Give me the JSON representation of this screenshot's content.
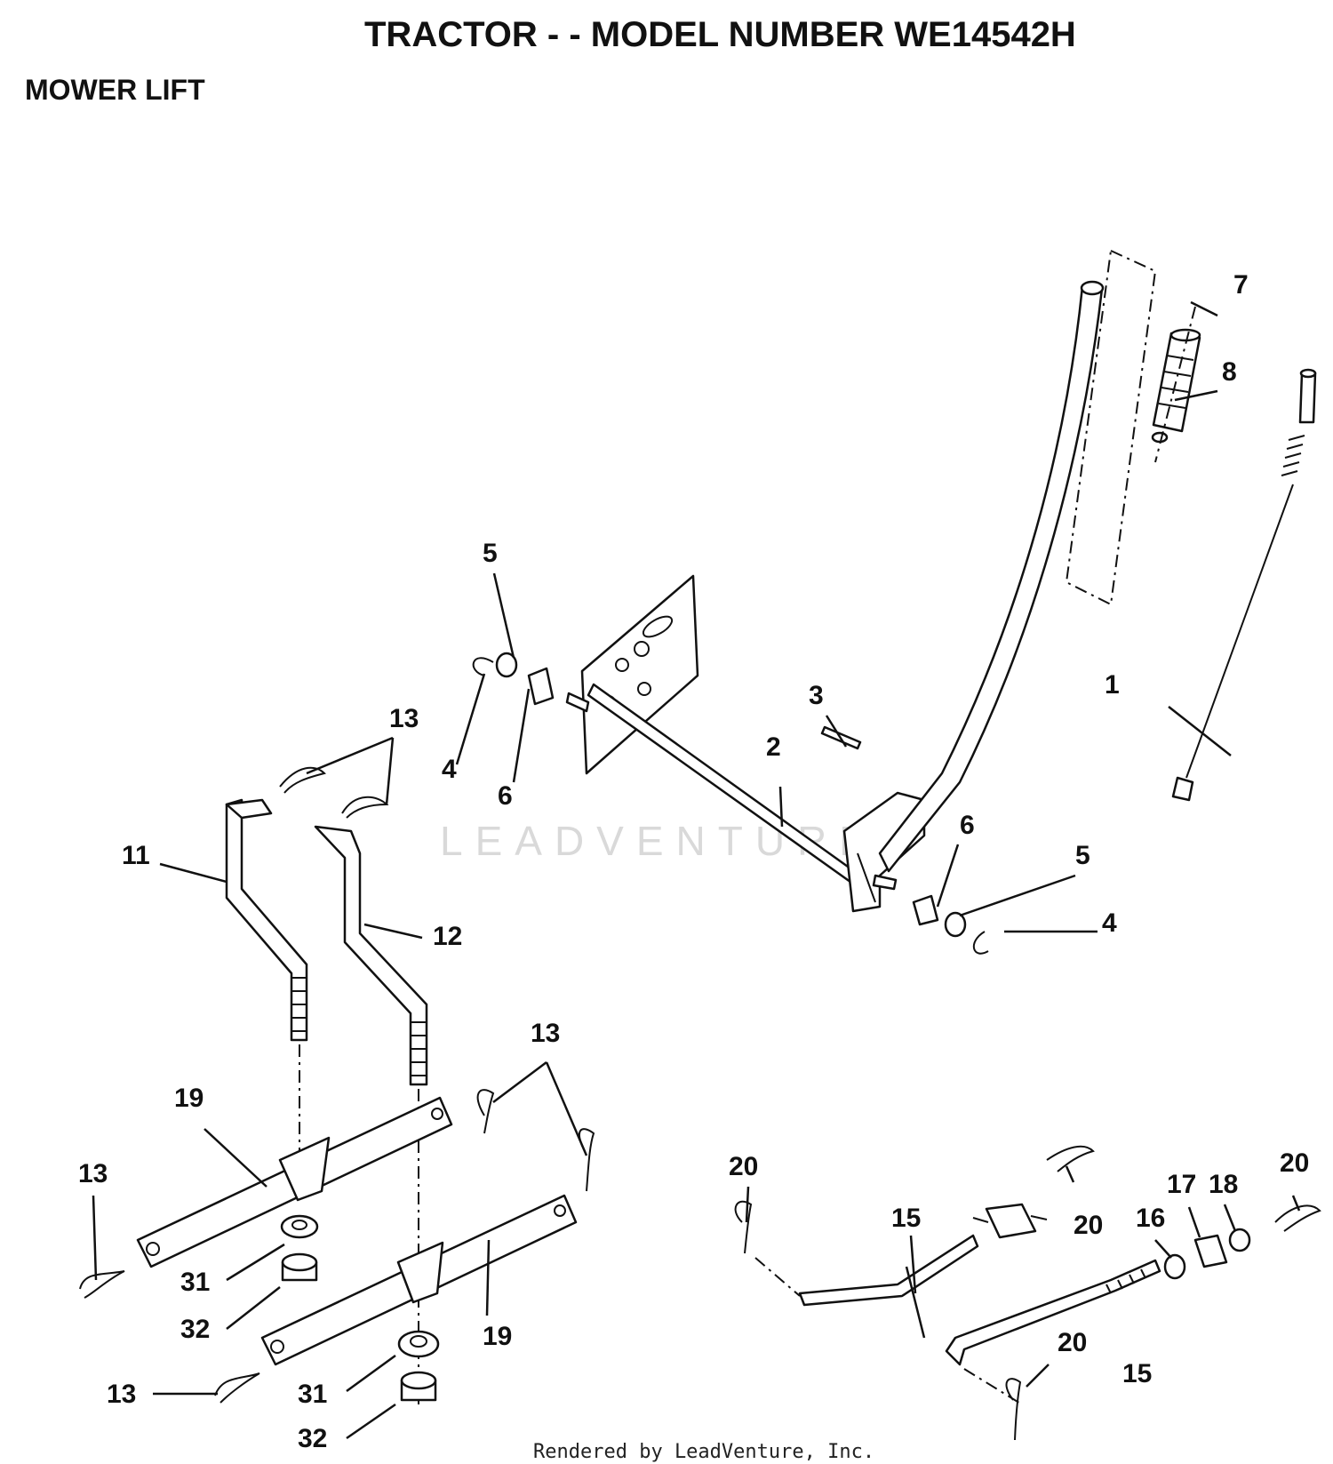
{
  "header": {
    "title": "TRACTOR - - MODEL NUMBER WE14542H",
    "section": "MOWER LIFT"
  },
  "watermark": "LEADVENTURE",
  "footer": "Rendered by LeadVenture, Inc.",
  "callouts": {
    "c1": "1",
    "c2": "2",
    "c3": "3",
    "c4a": "4",
    "c4b": "4",
    "c5a": "5",
    "c5b": "5",
    "c6a": "6",
    "c6b": "6",
    "c7": "7",
    "c8": "8",
    "c11": "11",
    "c12": "12",
    "c13a": "13",
    "c13b": "13",
    "c13c": "13",
    "c13d": "13",
    "c15a": "15",
    "c15b": "15",
    "c16": "16",
    "c17": "17",
    "c18": "18",
    "c19a": "19",
    "c19b": "19",
    "c20a": "20",
    "c20b": "20",
    "c20c": "20",
    "c20d": "20",
    "c31a": "31",
    "c31b": "31",
    "c32a": "32",
    "c32b": "32"
  }
}
